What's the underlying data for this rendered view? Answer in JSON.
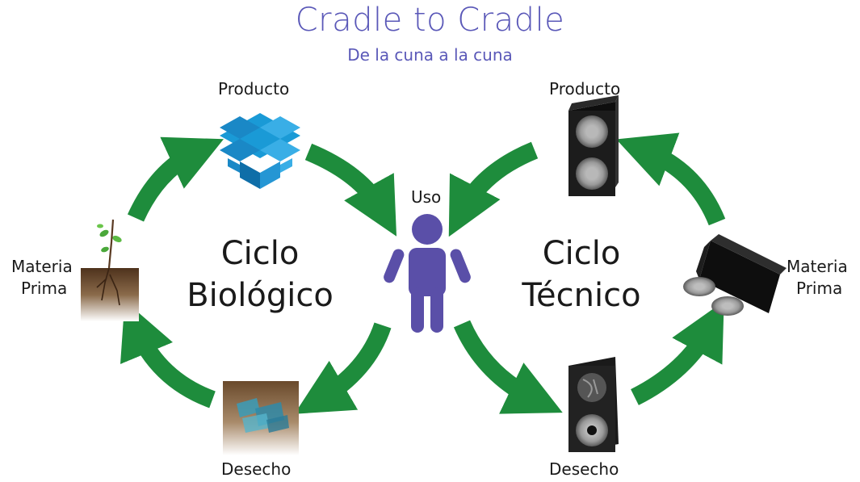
{
  "header": {
    "title": "Cradle to Cradle",
    "subtitle": "De la cuna a la cuna"
  },
  "biological_cycle": {
    "title_line1": "Ciclo",
    "title_line2": "Biológico",
    "product_label": "Producto",
    "raw_material_line1": "Materia",
    "raw_material_line2": "Prima",
    "waste_label": "Desecho"
  },
  "use": {
    "label": "Uso"
  },
  "technical_cycle": {
    "title_line1": "Ciclo",
    "title_line2": "Técnico",
    "product_label": "Producto",
    "raw_material_line1": "Materia",
    "raw_material_line2": "Prima",
    "waste_label": "Desecho"
  },
  "colors": {
    "title": "#5a58b8",
    "arrow": "#1e8c3c",
    "person": "#5a4fa8",
    "box": "#1a9ad6",
    "soil": "#7a5a3c",
    "speaker": "#1c1c1c"
  },
  "icons": [
    "box-icon",
    "plant-icon",
    "compost-icon",
    "person-icon",
    "speaker-icon",
    "broken-speaker-icon",
    "speaker-parts-icon",
    "arrow-icon"
  ]
}
